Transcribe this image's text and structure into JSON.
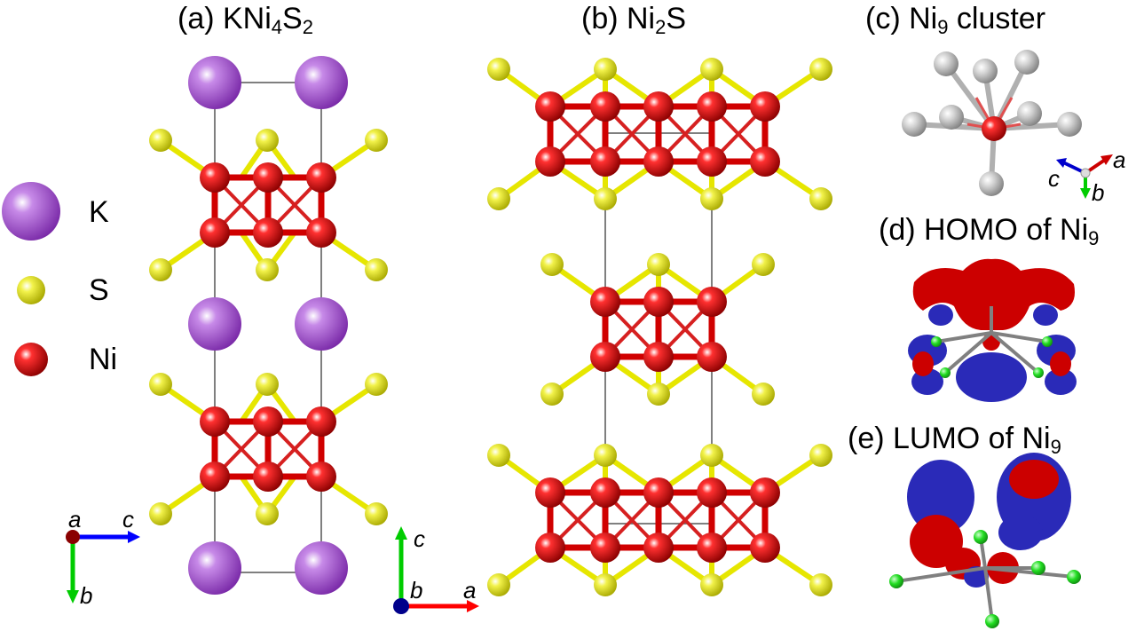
{
  "panels": {
    "a": {
      "label": "(a) KNi",
      "sub1": "4",
      "mid": "S",
      "sub2": "2"
    },
    "b": {
      "label": "(b) Ni",
      "sub1": "2",
      "mid": "S"
    },
    "c": {
      "label": "(c) Ni",
      "sub1": "9",
      "rest": " cluster"
    },
    "d": {
      "label": "(d) HOMO of Ni",
      "sub1": "9"
    },
    "e": {
      "label": "(e) LUMO of Ni",
      "sub1": "9"
    }
  },
  "legend": {
    "items": [
      {
        "label": "K",
        "color": "#a64bd6"
      },
      {
        "label": "S",
        "color": "#e6e600"
      },
      {
        "label": "Ni",
        "color": "#e00000"
      }
    ]
  },
  "axes": {
    "a_panel": {
      "x": "c",
      "y": "b",
      "out": "a"
    },
    "b_panel": {
      "x": "a",
      "y": "c",
      "out": "b"
    },
    "c_panel": {
      "x1": "a",
      "x2": "c",
      "y": "b"
    }
  },
  "colors": {
    "potassium": "#a64bd6",
    "sulfur": "#e6e600",
    "nickel": "#e00000",
    "orbital_pos": "#cc0000",
    "orbital_neg": "#2a2ab8",
    "cluster_atom": "#c8c8c8",
    "ligand": "#22cc22"
  }
}
